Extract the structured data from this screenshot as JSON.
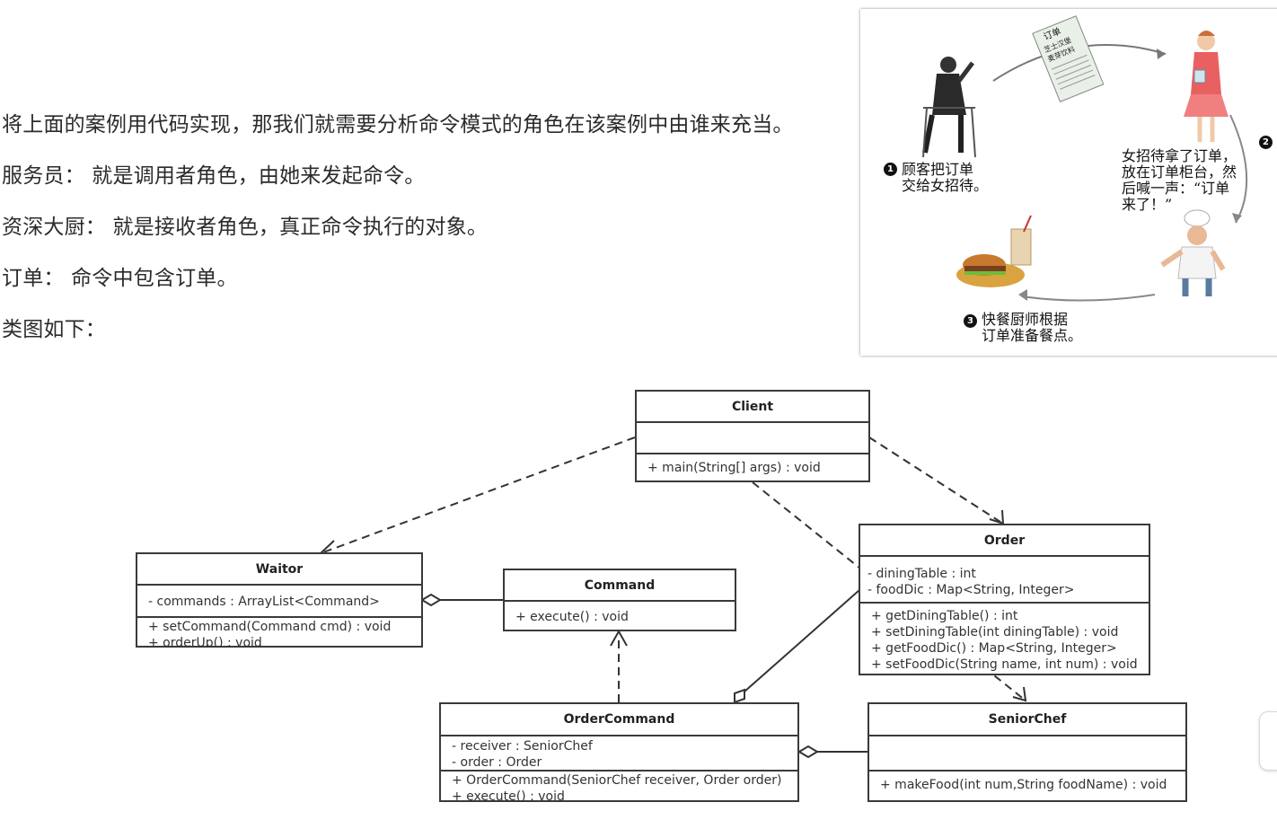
{
  "paragraphs": [
    "将上面的案例用代码实现，那我们就需要分析命令模式的角色在该案例中由谁来充当。",
    "服务员：  就是调用者角色，由她来发起命令。",
    "资深大厨：  就是接收者角色，真正命令执行的对象。",
    "订单：  命令中包含订单。",
    "类图如下："
  ],
  "illustration": {
    "ticket": [
      "订单",
      "芝士汉堡",
      "麦芽饮料"
    ],
    "step1_num": "1",
    "step1": "顾客把订单\n交给女招待。",
    "step2_num": "2",
    "step2": "女招待拿了订单，\n放在订单柜台，然\n后喊一声：“订单\n来了！”",
    "step3_num": "3",
    "step3": "快餐厨师根据\n订单准备餐点。"
  },
  "uml": {
    "client": {
      "name": "Client",
      "methods": [
        "+ main(String[] args) : void"
      ]
    },
    "order": {
      "name": "Order",
      "attrs": [
        "- diningTable : int",
        "- foodDic :   Map<String, Integer>"
      ],
      "methods": [
        "+ getDiningTable() : int",
        "+ setDiningTable(int diningTable) : void",
        "+ getFoodDic() : Map<String, Integer>",
        "+ setFoodDic(String name, int num) : void"
      ]
    },
    "waitor": {
      "name": "Waitor",
      "attrs": [
        "- commands :  ArrayList<Command>"
      ],
      "methods": [
        "+ setCommand(Command cmd) : void",
        "+ orderUp() : void"
      ]
    },
    "command": {
      "name": "Command",
      "methods": [
        "+ execute() : void"
      ]
    },
    "orderCommand": {
      "name": "OrderCommand",
      "attrs": [
        "- receiver : SeniorChef",
        "- order : Order"
      ],
      "methods": [
        "+ OrderCommand(SeniorChef receiver, Order order)",
        "+ execute() : void"
      ]
    },
    "seniorChef": {
      "name": "SeniorChef",
      "methods": [
        "+ makeFood(int num,String foodName) : void"
      ]
    }
  }
}
